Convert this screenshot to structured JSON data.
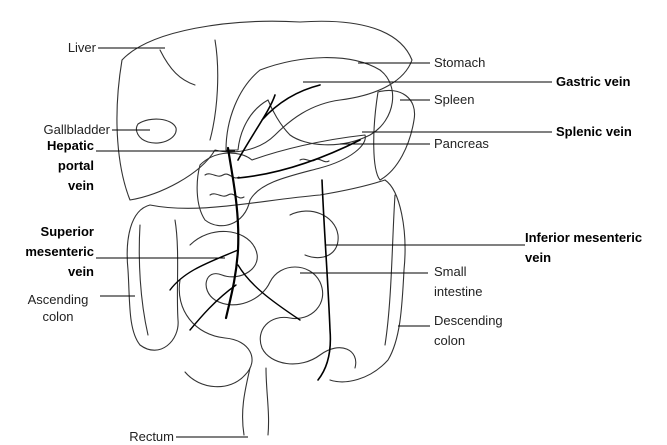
{
  "labels": {
    "liver": "Liver",
    "gallbladder": "Gallbladder",
    "hepatic_portal_vein": [
      "Hepatic",
      "portal",
      "vein"
    ],
    "superior_mesenteric_vein": [
      "Superior",
      "mesenteric",
      "vein"
    ],
    "ascending_colon": [
      "Ascending",
      "colon"
    ],
    "rectum": "Rectum",
    "stomach": "Stomach",
    "gastric_vein": "Gastric vein",
    "spleen": "Spleen",
    "splenic_vein": "Splenic vein",
    "pancreas": "Pancreas",
    "inferior_mesenteric_vein": [
      "Inferior mesenteric",
      "vein"
    ],
    "small_intestine": [
      "Small",
      "intestine"
    ],
    "descending_colon": [
      "Descending",
      "colon"
    ]
  }
}
